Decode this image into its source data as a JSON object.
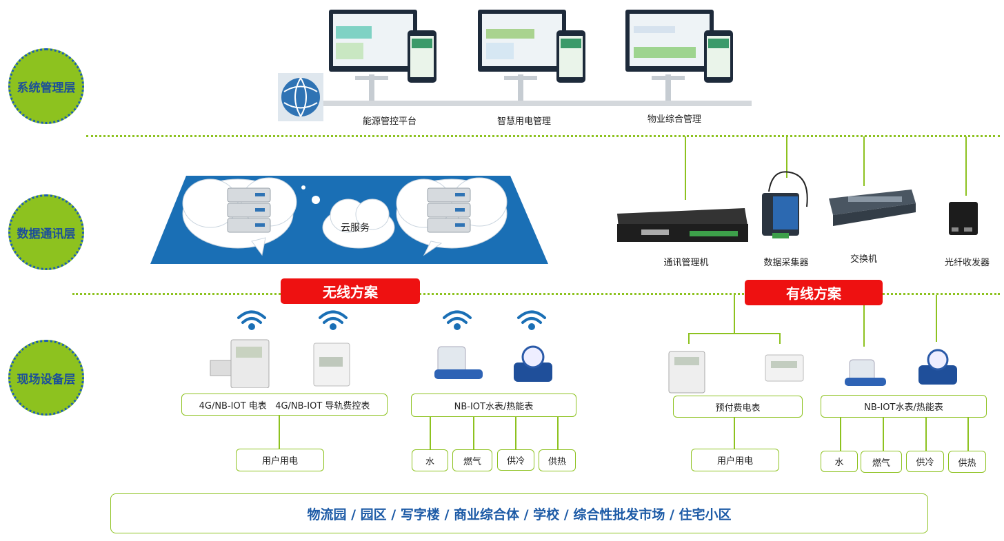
{
  "layers": {
    "system": "系统管理层",
    "comm": "数据通讯层",
    "field": "现场设备层"
  },
  "platforms": [
    "能源管控平台",
    "智慧用电管理",
    "物业综合管理"
  ],
  "cloud_label": "云服务",
  "comm_devices": [
    "通讯管理机",
    "数据采集器",
    "交换机",
    "光纤收发器"
  ],
  "wireless": {
    "title": "无线方案",
    "meter_box": "4G/NB-IOT 电表   4G/NB-IOT 导轨费控表",
    "water_box": "NB-IOT水表/热能表",
    "user_power": "用户用电",
    "utilities": [
      "水",
      "燃气",
      "供冷",
      "供热"
    ]
  },
  "wired": {
    "title": "有线方案",
    "meter_box": "预付费电表",
    "water_box": "NB-IOT水表/热能表",
    "user_power": "用户用电",
    "utilities": [
      "水",
      "燃气",
      "供冷",
      "供热"
    ]
  },
  "bottom_text": "物流园 / 园区 / 写字楼 / 商业综合体 / 学校 / 综合性批发市场 / 住宅小区",
  "colors": {
    "green": "#8dc21f",
    "blue": "#1a6fb5",
    "red": "#ee1111"
  }
}
